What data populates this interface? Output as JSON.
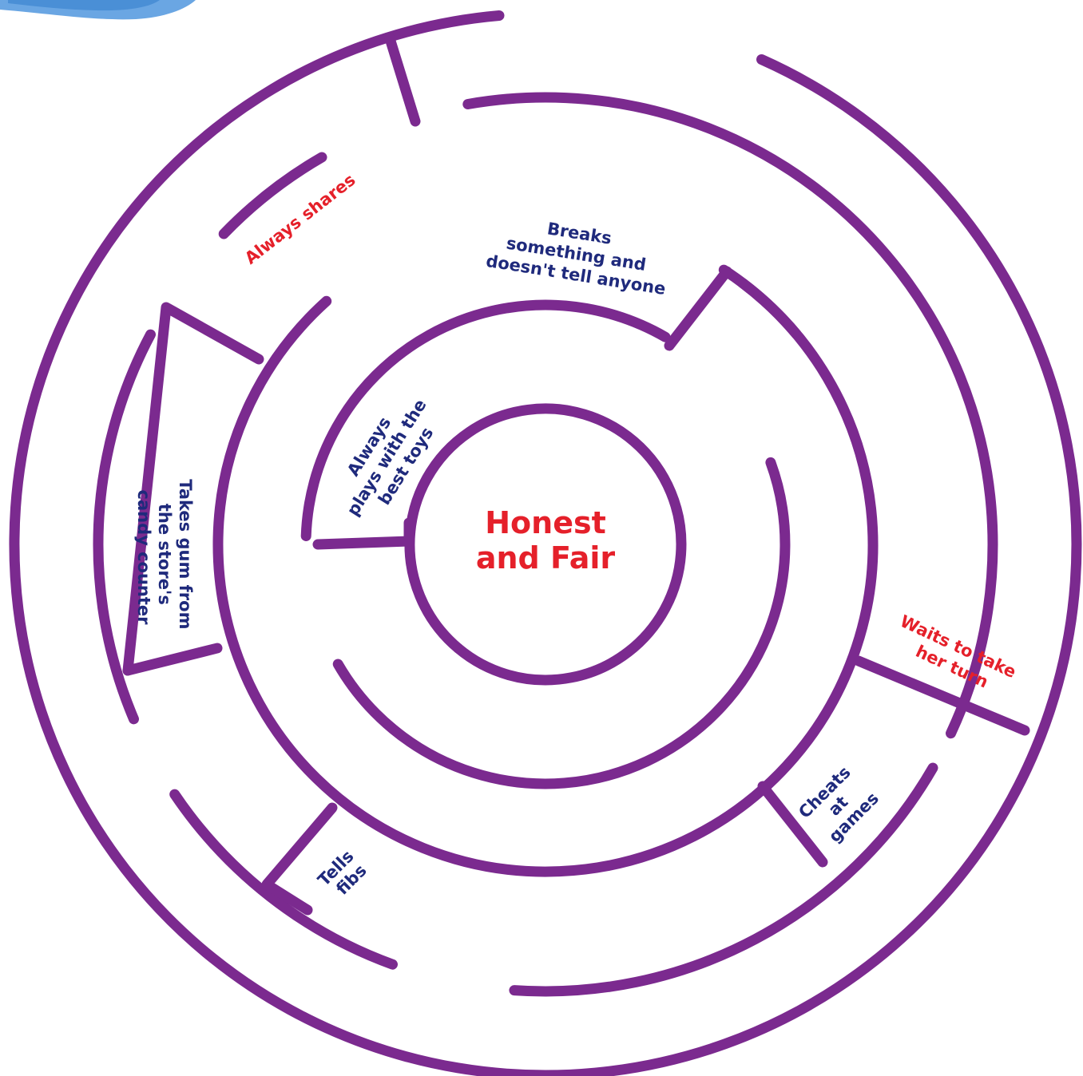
{
  "maze": {
    "goal": {
      "line1": "Honest",
      "line2": "and Fair"
    },
    "labels": {
      "always_shares": "Always shares",
      "breaks_something": [
        "Breaks",
        "something and",
        "doesn't tell anyone"
      ],
      "best_toys": [
        "Always",
        "plays with the",
        "best toys"
      ],
      "takes_gum": [
        "Takes gum from",
        "the store's",
        "candy counter"
      ],
      "waits_turn": [
        "Waits to take",
        "her turn"
      ],
      "cheats": [
        "Cheats",
        "at",
        "games"
      ],
      "tells_fibs": [
        "Tells",
        "fibs"
      ]
    },
    "colors": {
      "wall": "#7b2a8f",
      "good_choice": "#e5202a",
      "bad_choice": "#1f2a7c",
      "corner_graphic": "#4a8fd6"
    }
  }
}
